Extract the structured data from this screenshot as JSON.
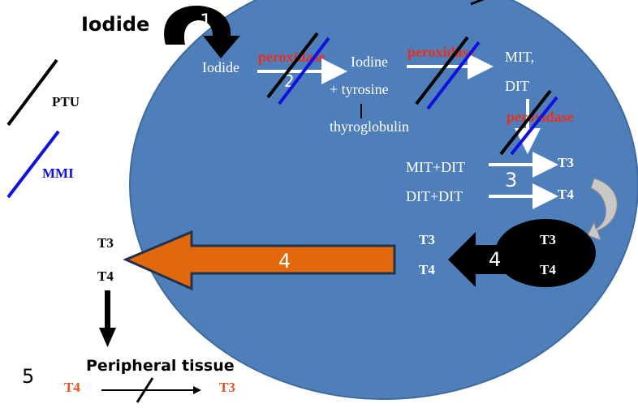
{
  "colors": {
    "cell": "#4f7fba",
    "cell_stroke": "#3f6a9e",
    "white": "#ffffff",
    "black": "#000000",
    "red": "#e8301c",
    "blue": "#1010e0",
    "orange": "#e2680e",
    "orange_stroke": "#22324a",
    "grey": "#c8c8c8",
    "orange_text": "#e8501c"
  },
  "title": "Iodide",
  "steps": {
    "s1": "1",
    "s2": "2",
    "s3": "3",
    "s4_big": "4",
    "s4_small": "4",
    "s5": "5"
  },
  "legend": {
    "ptu": "PTU",
    "mmi": "MMI"
  },
  "cell": {
    "iodide": "Iodide",
    "peroxidase_1": "peroxidase",
    "iodine": "Iodine",
    "tyrosine": "+ tyrosine",
    "thyroglobulin": "thyroglobulin",
    "peroxidase_2": "peroxidase",
    "mit": "MIT,",
    "dit": "DIT",
    "peroxidase_3": "peroxidase",
    "mit_dit": "MIT+DIT",
    "dit_dit": "DIT+DIT",
    "t3_out": "T3",
    "t4_out": "T4",
    "storage_t3": "T3",
    "storage_t4": "T4",
    "colloid_t3": "T3",
    "colloid_t4": "T4"
  },
  "outside": {
    "t3": "T3",
    "t4": "T4",
    "peripheral": "Peripheral tissue",
    "conv_t4": "T4",
    "conv_t3": "T3"
  },
  "icons": [
    "curved-arrow-icon",
    "block-slash-icon",
    "down-arrow-icon",
    "left-arrow-icon"
  ]
}
